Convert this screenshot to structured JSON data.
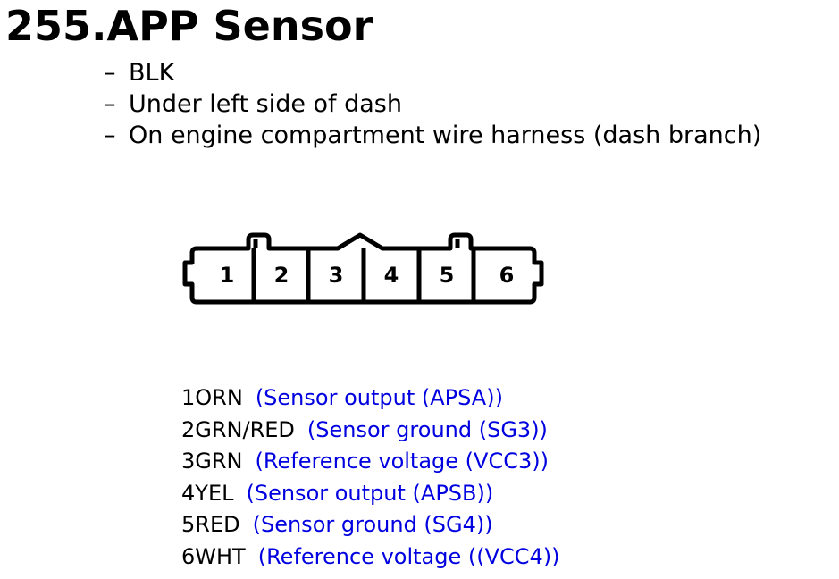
{
  "title": "255.APP Sensor",
  "notes": [
    "BLK",
    "Under left side of dash",
    "On engine compartment wire harness (dash branch)"
  ],
  "note_bullet": "–",
  "connector": {
    "pins": [
      "1",
      "2",
      "3",
      "4",
      "5",
      "6"
    ]
  },
  "pinout": [
    {
      "pin": "1",
      "wire": "ORN",
      "desc": "(Sensor output (APSA))"
    },
    {
      "pin": "2",
      "wire": "GRN/RED",
      "desc": "(Sensor ground (SG3))"
    },
    {
      "pin": "3",
      "wire": "GRN",
      "desc": "(Reference voltage (VCC3))"
    },
    {
      "pin": "4",
      "wire": "YEL",
      "desc": "(Sensor output (APSB))"
    },
    {
      "pin": "5",
      "wire": "RED",
      "desc": "(Sensor ground (SG4))"
    },
    {
      "pin": "6",
      "wire": "WHT",
      "desc": "(Reference voltage ((VCC4))"
    }
  ],
  "colors": {
    "text": "#000000",
    "description": "#0000e0",
    "background": "#ffffff"
  }
}
